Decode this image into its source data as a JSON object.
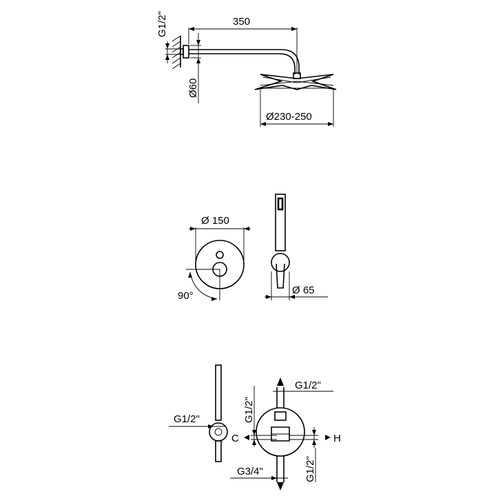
{
  "shower_head_view": {
    "arm_length": "350",
    "wall_thread": "G1/2\"",
    "flange_diameter": "Ø60",
    "head_diameter": "Ø230-250"
  },
  "mixer_front_view": {
    "plate_diameter": "Ø 150",
    "rotation_angle": "90°"
  },
  "hand_shower_view": {
    "outlet_diameter": "Ø 65"
  },
  "connections_view": {
    "hose_outlet_thread": "G1/2\"",
    "top_outlet_thread": "G1/2\"",
    "left_outlet_thread": "G1/2\"",
    "cold_label": "C",
    "hot_label": "H",
    "inlet_thread": "G3/4\"",
    "bottom_outlet_thread": "G1/2\""
  }
}
